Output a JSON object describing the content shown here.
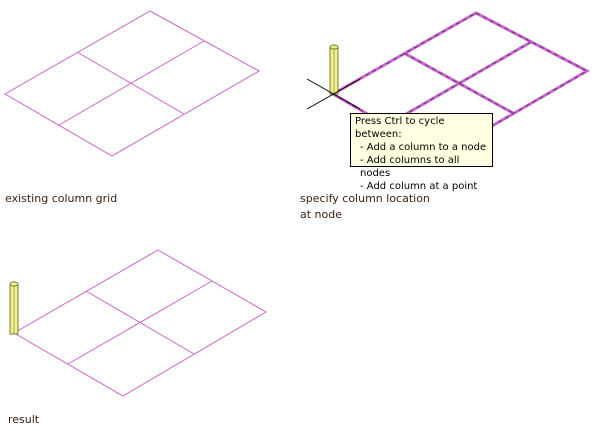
{
  "panels": {
    "existing": {
      "caption_lines": [
        "existing column grid"
      ]
    },
    "specify": {
      "caption_lines": [
        "specify column location",
        "at node"
      ],
      "tooltip": {
        "title": "Press Ctrl to cycle between:",
        "options": [
          "- Add a column to a node",
          "- Add columns to all nodes",
          "- Add column at a point"
        ]
      }
    },
    "result": {
      "caption_lines": [
        "result"
      ]
    }
  },
  "colors": {
    "grid_line": "#cc66cc",
    "grid_highlight_dash": "#5a3a7a",
    "column_fill": "#f2f08a",
    "column_stroke": "#7a7a3a",
    "cursor": "#000000",
    "tooltip_bg": "#ffffe1",
    "caption_text": "#3a1e0a"
  },
  "icons": {
    "column": "column-icon",
    "cursor": "crosshair-cursor-icon"
  }
}
